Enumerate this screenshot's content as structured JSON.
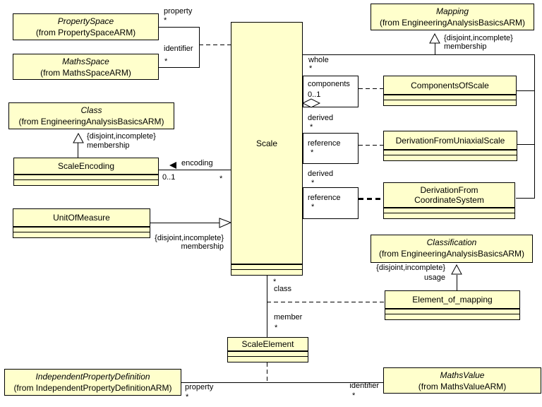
{
  "diagram": {
    "background": "#ffffff",
    "box_fill": "#ffffcc",
    "line_color": "#000000"
  },
  "classes": {
    "property_space": {
      "name": "PropertySpace",
      "from": "(from PropertySpaceARM)"
    },
    "maths_space": {
      "name": "MathsSpace",
      "from": "(from MathsSpaceARM)"
    },
    "class_ref": {
      "name": "Class",
      "from": "(from EngineeringAnalysisBasicsARM)"
    },
    "scale_encoding": {
      "name": "ScaleEncoding"
    },
    "unit_of_measure": {
      "name": "UnitOfMeasure"
    },
    "scale": {
      "name": "Scale"
    },
    "mapping": {
      "name": "Mapping",
      "from": "(from EngineeringAnalysisBasicsARM)"
    },
    "components_of_scale": {
      "name": "ComponentsOfScale"
    },
    "derivation_from_uniaxial_scale": {
      "name": "DerivationFromUniaxialScale"
    },
    "derivation_from_coordinate_system": {
      "name_lines": [
        "DerivationFrom",
        "CoordinateSystem"
      ]
    },
    "classification": {
      "name": "Classification",
      "from": "(from EngineeringAnalysisBasicsARM)"
    },
    "element_of_mapping": {
      "name": "Element_of_mapping"
    },
    "scale_element": {
      "name": "ScaleElement"
    },
    "independent_property_definition": {
      "name": "IndependentPropertyDefinition",
      "from": "(from IndependentPropertyDefinitionARM)"
    },
    "maths_value": {
      "name": "MathsValue",
      "from": "(from MathsValueARM)"
    }
  },
  "labels": {
    "property": "property",
    "identifier": "identifier",
    "star": "*",
    "whole": "whole",
    "components": "components",
    "zero_one": "0..1",
    "derived": "derived",
    "reference": "reference",
    "encoding": "encoding",
    "disjoint_incomplete": "{disjoint,incomplete}",
    "membership": "membership",
    "usage": "usage",
    "class_role": "class",
    "member": "member"
  }
}
